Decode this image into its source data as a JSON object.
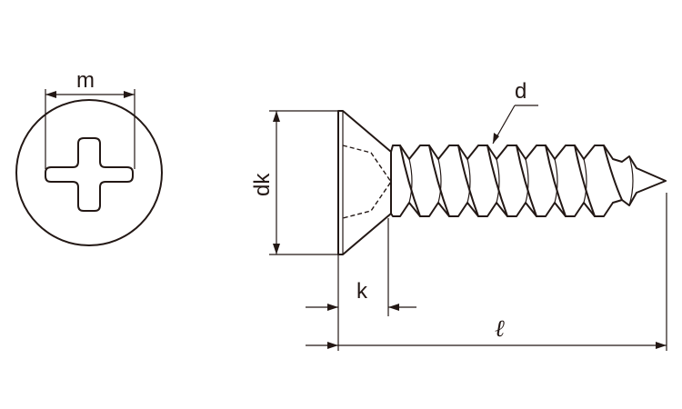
{
  "labels": {
    "m": "m",
    "dk": "dk",
    "d": "d",
    "k": "k",
    "l": "ℓ"
  },
  "colors": {
    "line": "#231815",
    "background": "#ffffff"
  }
}
